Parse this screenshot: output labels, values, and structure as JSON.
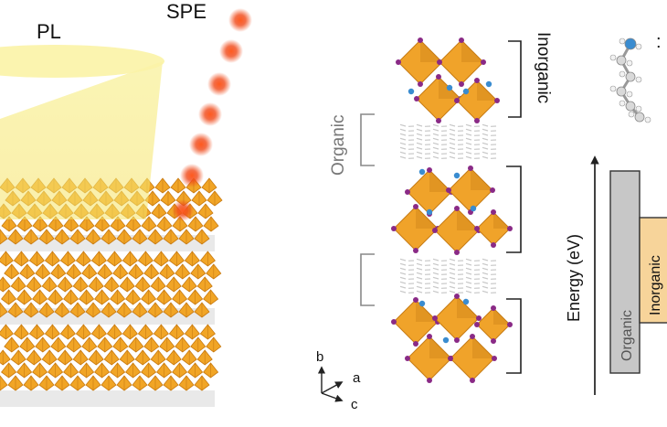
{
  "left_panel": {
    "pl_label": "PL",
    "spe_label": "SPE",
    "colors": {
      "beam": "#f7ec80",
      "octahedron": "#f1a526",
      "octahedron_dark": "#c97b12",
      "emitter": "#e8421e"
    }
  },
  "middle_panel": {
    "inorganic_label": "Inorganic",
    "organic_label": "Organic",
    "axes": {
      "b": "b",
      "a": "a",
      "c": "c"
    },
    "colors": {
      "octahedron": "#f0a32a",
      "octahedron_dark": "#c77c15",
      "vertex_atom": "#8a2a86",
      "nitrogen": "#3a8cd0",
      "carbon": "#c8c8c8"
    }
  },
  "right_panel": {
    "molecule_colon": ":",
    "yaxis_label": "Energy (eV)",
    "organic_bar_label": "Organic",
    "inorganic_bar_label": "Inorganic",
    "colors": {
      "organic_bar": "#c7c7c7",
      "inorganic_bar": "#f7d49a",
      "nitrogen": "#3a8cd0"
    }
  }
}
